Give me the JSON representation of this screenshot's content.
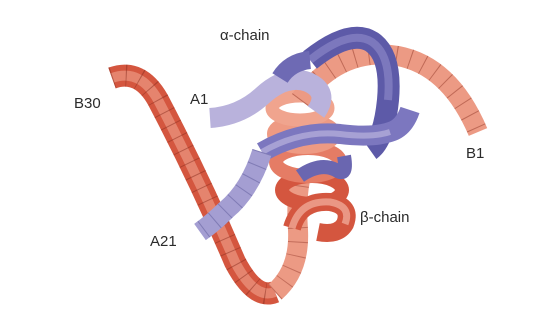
{
  "labels": {
    "alpha_chain": "α-chain",
    "beta_chain": "β-chain",
    "a1": "A1",
    "a21": "A21",
    "b1": "B1",
    "b30": "B30"
  },
  "colors": {
    "beta_light": "#f0a48e",
    "beta_dark": "#d4563f",
    "alpha_light": "#b9b2dc",
    "alpha_dark": "#5d5aa8",
    "background": "#ffffff"
  }
}
